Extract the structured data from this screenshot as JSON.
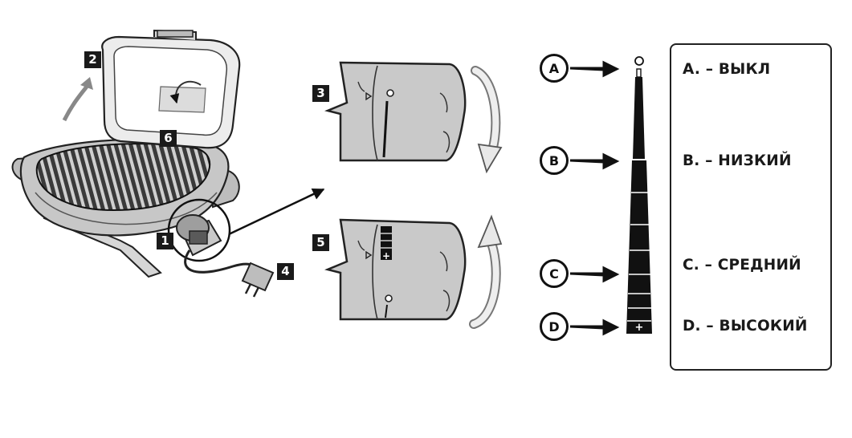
{
  "steps": [
    "1",
    "2",
    "3",
    "4",
    "5",
    "6"
  ],
  "settings": [
    {
      "letter": "A",
      "label": "A. – ВЫКЛ"
    },
    {
      "letter": "B",
      "label": "B. – НИЗКИЙ"
    },
    {
      "letter": "C",
      "label": "C. – СРЕДНИЙ"
    },
    {
      "letter": "D",
      "label": "D. – ВЫСОКИЙ"
    }
  ],
  "knob_symbol": "+",
  "icons": {
    "grill": "electric-grill-icon",
    "knob_off": "control-knob-off-icon",
    "knob_high": "control-knob-high-icon",
    "rotate_cw": "rotate-clockwise-arrow-icon",
    "rotate_ccw": "rotate-counterclockwise-arrow-icon",
    "scale": "heat-scale-icon"
  }
}
